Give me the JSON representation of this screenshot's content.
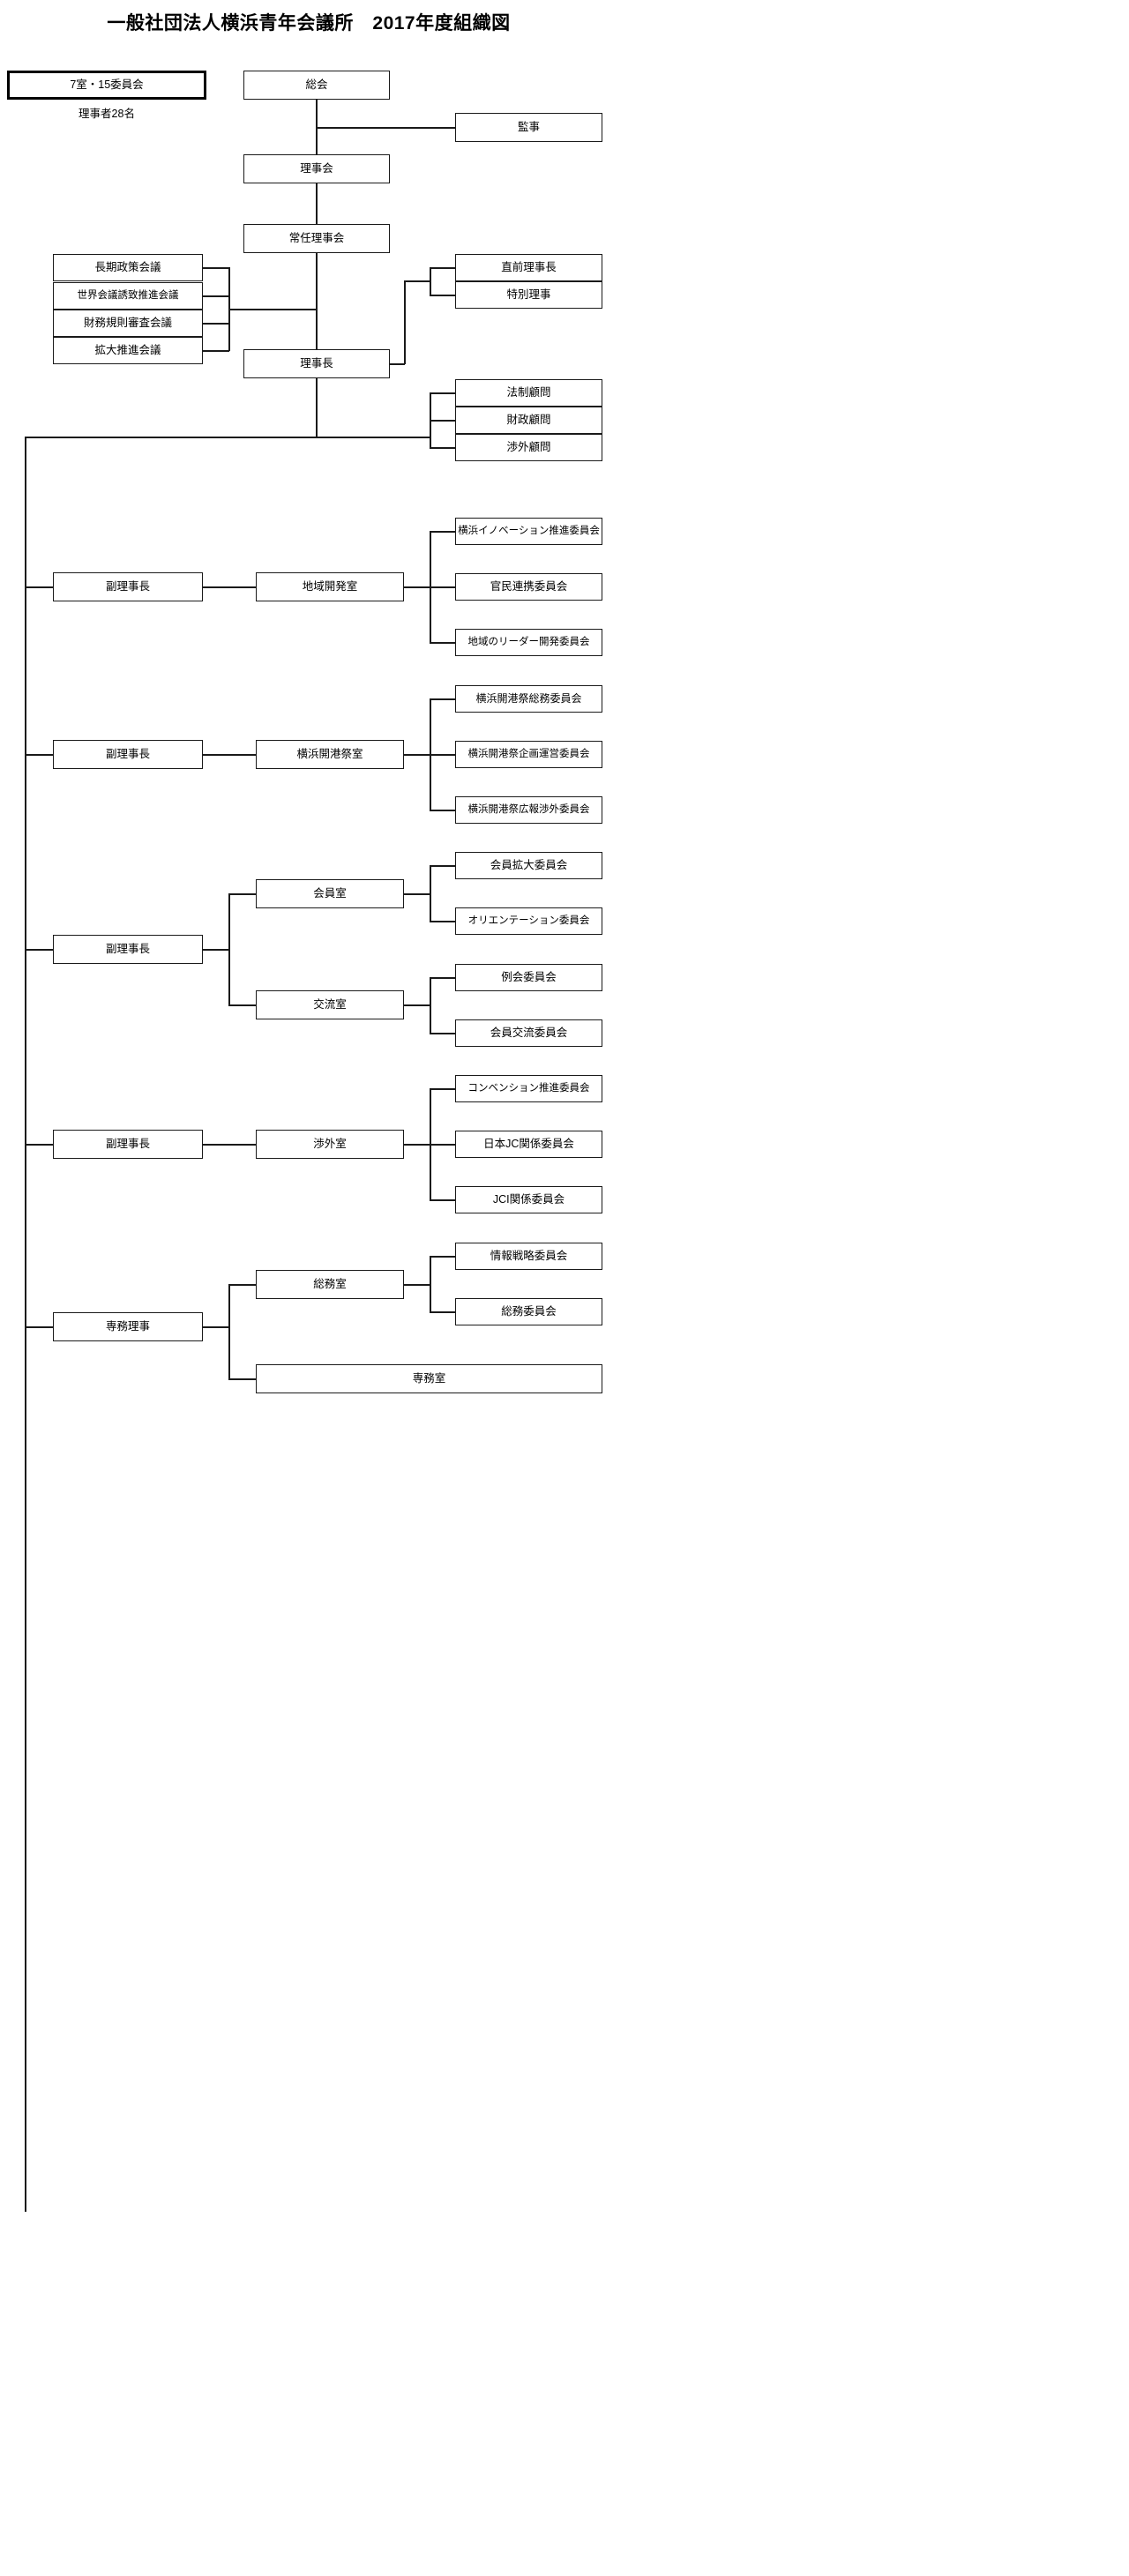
{
  "title": "一般社団法人横浜青年会議所　2017年度組織図",
  "legend": {
    "rooms_committees": "7室・15委員会",
    "directors_count": "理事者28名"
  },
  "governance": {
    "general_meeting": "総会",
    "auditor": "監事",
    "board_of_directors": "理事会",
    "standing_board": "常任理事会",
    "president": "理事長"
  },
  "councils": [
    "長期政策会議",
    "世界会議誘致推進会議",
    "財務規則審査会議",
    "拡大推進会議"
  ],
  "special_directors": [
    "直前理事長",
    "特別理事"
  ],
  "advisors": [
    "法制顧問",
    "財政顧問",
    "渉外顧問"
  ],
  "divisions": [
    {
      "officer": "副理事長",
      "rooms": [
        {
          "room": "地域開発室",
          "committees": [
            "横浜イノベーション推進委員会",
            "官民連携委員会",
            "地域のリーダー開発委員会"
          ]
        }
      ]
    },
    {
      "officer": "副理事長",
      "rooms": [
        {
          "room": "横浜開港祭室",
          "committees": [
            "横浜開港祭総務委員会",
            "横浜開港祭企画運営委員会",
            "横浜開港祭広報渉外委員会"
          ]
        }
      ]
    },
    {
      "officer": "副理事長",
      "rooms": [
        {
          "room": "会員室",
          "committees": [
            "会員拡大委員会",
            "オリエンテーション委員会"
          ]
        },
        {
          "room": "交流室",
          "committees": [
            "例会委員会",
            "会員交流委員会"
          ]
        }
      ]
    },
    {
      "officer": "副理事長",
      "rooms": [
        {
          "room": "渉外室",
          "committees": [
            "コンベンション推進委員会",
            "日本JC関係委員会",
            "JCI関係委員会"
          ]
        }
      ]
    },
    {
      "officer": "専務理事",
      "rooms": [
        {
          "room": "総務室",
          "committees": [
            "情報戦略委員会",
            "総務委員会"
          ]
        },
        {
          "room": "専務室",
          "committees": []
        }
      ]
    }
  ],
  "colors": {
    "line": "#1a1a1a",
    "text": "#000000",
    "background": "#ffffff"
  }
}
